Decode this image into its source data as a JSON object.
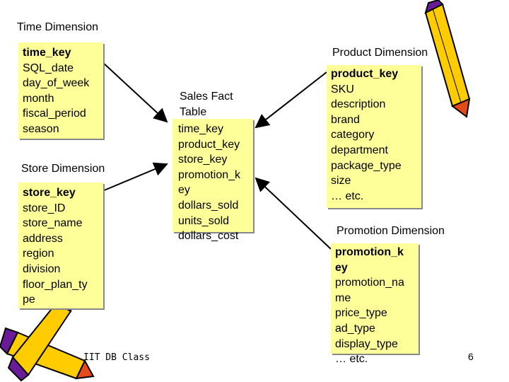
{
  "time_dimension": {
    "title": "Time Dimension",
    "fields": [
      {
        "text": "time_key",
        "key": true
      },
      {
        "text": "SQL_date"
      },
      {
        "text": "day_of_week"
      },
      {
        "text": "month"
      },
      {
        "text": "fiscal_period"
      },
      {
        "text": "season"
      }
    ]
  },
  "store_dimension": {
    "title": "Store Dimension",
    "fields": [
      {
        "text": "store_key",
        "key": true
      },
      {
        "text": "store_ID"
      },
      {
        "text": "store_name"
      },
      {
        "text": "address"
      },
      {
        "text": "region"
      },
      {
        "text": "division"
      },
      {
        "text": "floor_plan_ty"
      },
      {
        "text": "pe"
      }
    ]
  },
  "sales_fact": {
    "title_lines": [
      "Sales Fact",
      "Table"
    ],
    "fields": [
      {
        "text": "time_key"
      },
      {
        "text": "product_key"
      },
      {
        "text": "store_key"
      },
      {
        "text": "promotion_k"
      },
      {
        "text": "ey"
      },
      {
        "text": "dollars_sold"
      },
      {
        "text": "units_sold"
      },
      {
        "text": "dollars_cost"
      }
    ]
  },
  "product_dimension": {
    "title": "Product Dimension",
    "fields": [
      {
        "text": "product_key",
        "key": true
      },
      {
        "text": "SKU"
      },
      {
        "text": "description"
      },
      {
        "text": "brand"
      },
      {
        "text": "category"
      },
      {
        "text": "department"
      },
      {
        "text": "package_type"
      },
      {
        "text": "size"
      },
      {
        "text": "… etc."
      }
    ]
  },
  "promotion_dimension": {
    "title": "Promotion Dimension",
    "fields": [
      {
        "text": "promotion_k",
        "key": true
      },
      {
        "text": "ey",
        "key": true
      },
      {
        "text": "promotion_na"
      },
      {
        "text": "me"
      },
      {
        "text": "price_type"
      },
      {
        "text": "ad_type"
      },
      {
        "text": "display_type"
      },
      {
        "text": "… etc."
      }
    ]
  },
  "footer": {
    "text": "IIT DB Class"
  },
  "page_number": "6",
  "colors": {
    "box_fill": "#ffff99",
    "pencil_body": "#ffcc00",
    "pencil_tip": "#e64a19"
  },
  "icons": [
    "pencil-icon",
    "crossed-pencils-icon"
  ]
}
